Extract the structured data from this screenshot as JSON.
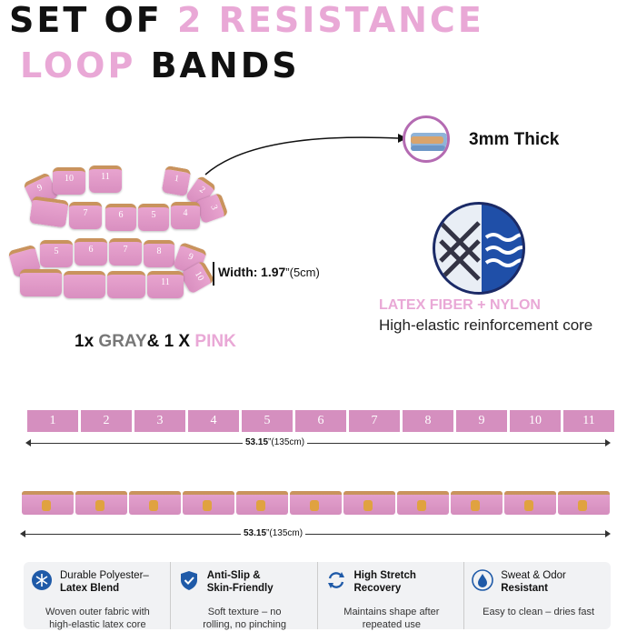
{
  "title": {
    "line1_black": "SET OF",
    "line1_pink": "2 RESISTANCE",
    "line2_pink": "LOOP",
    "line2_black": "BANDS"
  },
  "thickness_label": "3mm Thick",
  "width": {
    "label": "Width:",
    "value": "1.97",
    "unit": "”(5cm)"
  },
  "set_line": {
    "count1": "1x",
    "color1": "GRAY",
    "amp": "& 1 X",
    "color2": "PINK"
  },
  "fiber": {
    "title": "LATEX FIBER + NYLON",
    "subtitle": "High-elastic reinforcement core"
  },
  "straight_band": {
    "numbers": [
      "1",
      "2",
      "3",
      "4",
      "5",
      "6",
      "7",
      "8",
      "9",
      "10",
      "11"
    ],
    "length_value": "53.15",
    "length_unit": "”(135cm)"
  },
  "loop_band": {
    "length_value": "53.15",
    "length_unit": "”(135cm)"
  },
  "loop_numbers": {
    "top_ring": [
      "9",
      "10",
      "11",
      "1",
      "2",
      "3",
      "4",
      "5",
      "6",
      "7"
    ],
    "bottom_ring": [
      "5",
      "6",
      "7",
      "8",
      "9",
      "10",
      "11"
    ]
  },
  "features": [
    {
      "icon": "woven-fabric-icon",
      "title_1": "Durable Polyester–",
      "title_2": "Latex Blend",
      "desc_1": "Woven outer fabric with",
      "desc_2": "high-elastic latex core"
    },
    {
      "icon": "shield-check-icon",
      "title_1": "Anti-Slip &",
      "title_2": "Skin-Friendly",
      "desc_1": "Soft texture – no",
      "desc_2": "rolling, no pinching"
    },
    {
      "icon": "recovery-arrows-icon",
      "title_1": "High Stretch",
      "title_2": "Recovery",
      "desc_1": "Maintains shape after",
      "desc_2": "repeated use"
    },
    {
      "icon": "water-drop-icon",
      "title_1": "Sweat & Odor",
      "title_2": "Resistant",
      "desc_1": "Easy to clean – dries fast",
      "desc_2": ""
    }
  ],
  "colors": {
    "pink": "#e9a8d6",
    "band_pink": "#d58fbf",
    "band_edge": "#c9935d"
  }
}
